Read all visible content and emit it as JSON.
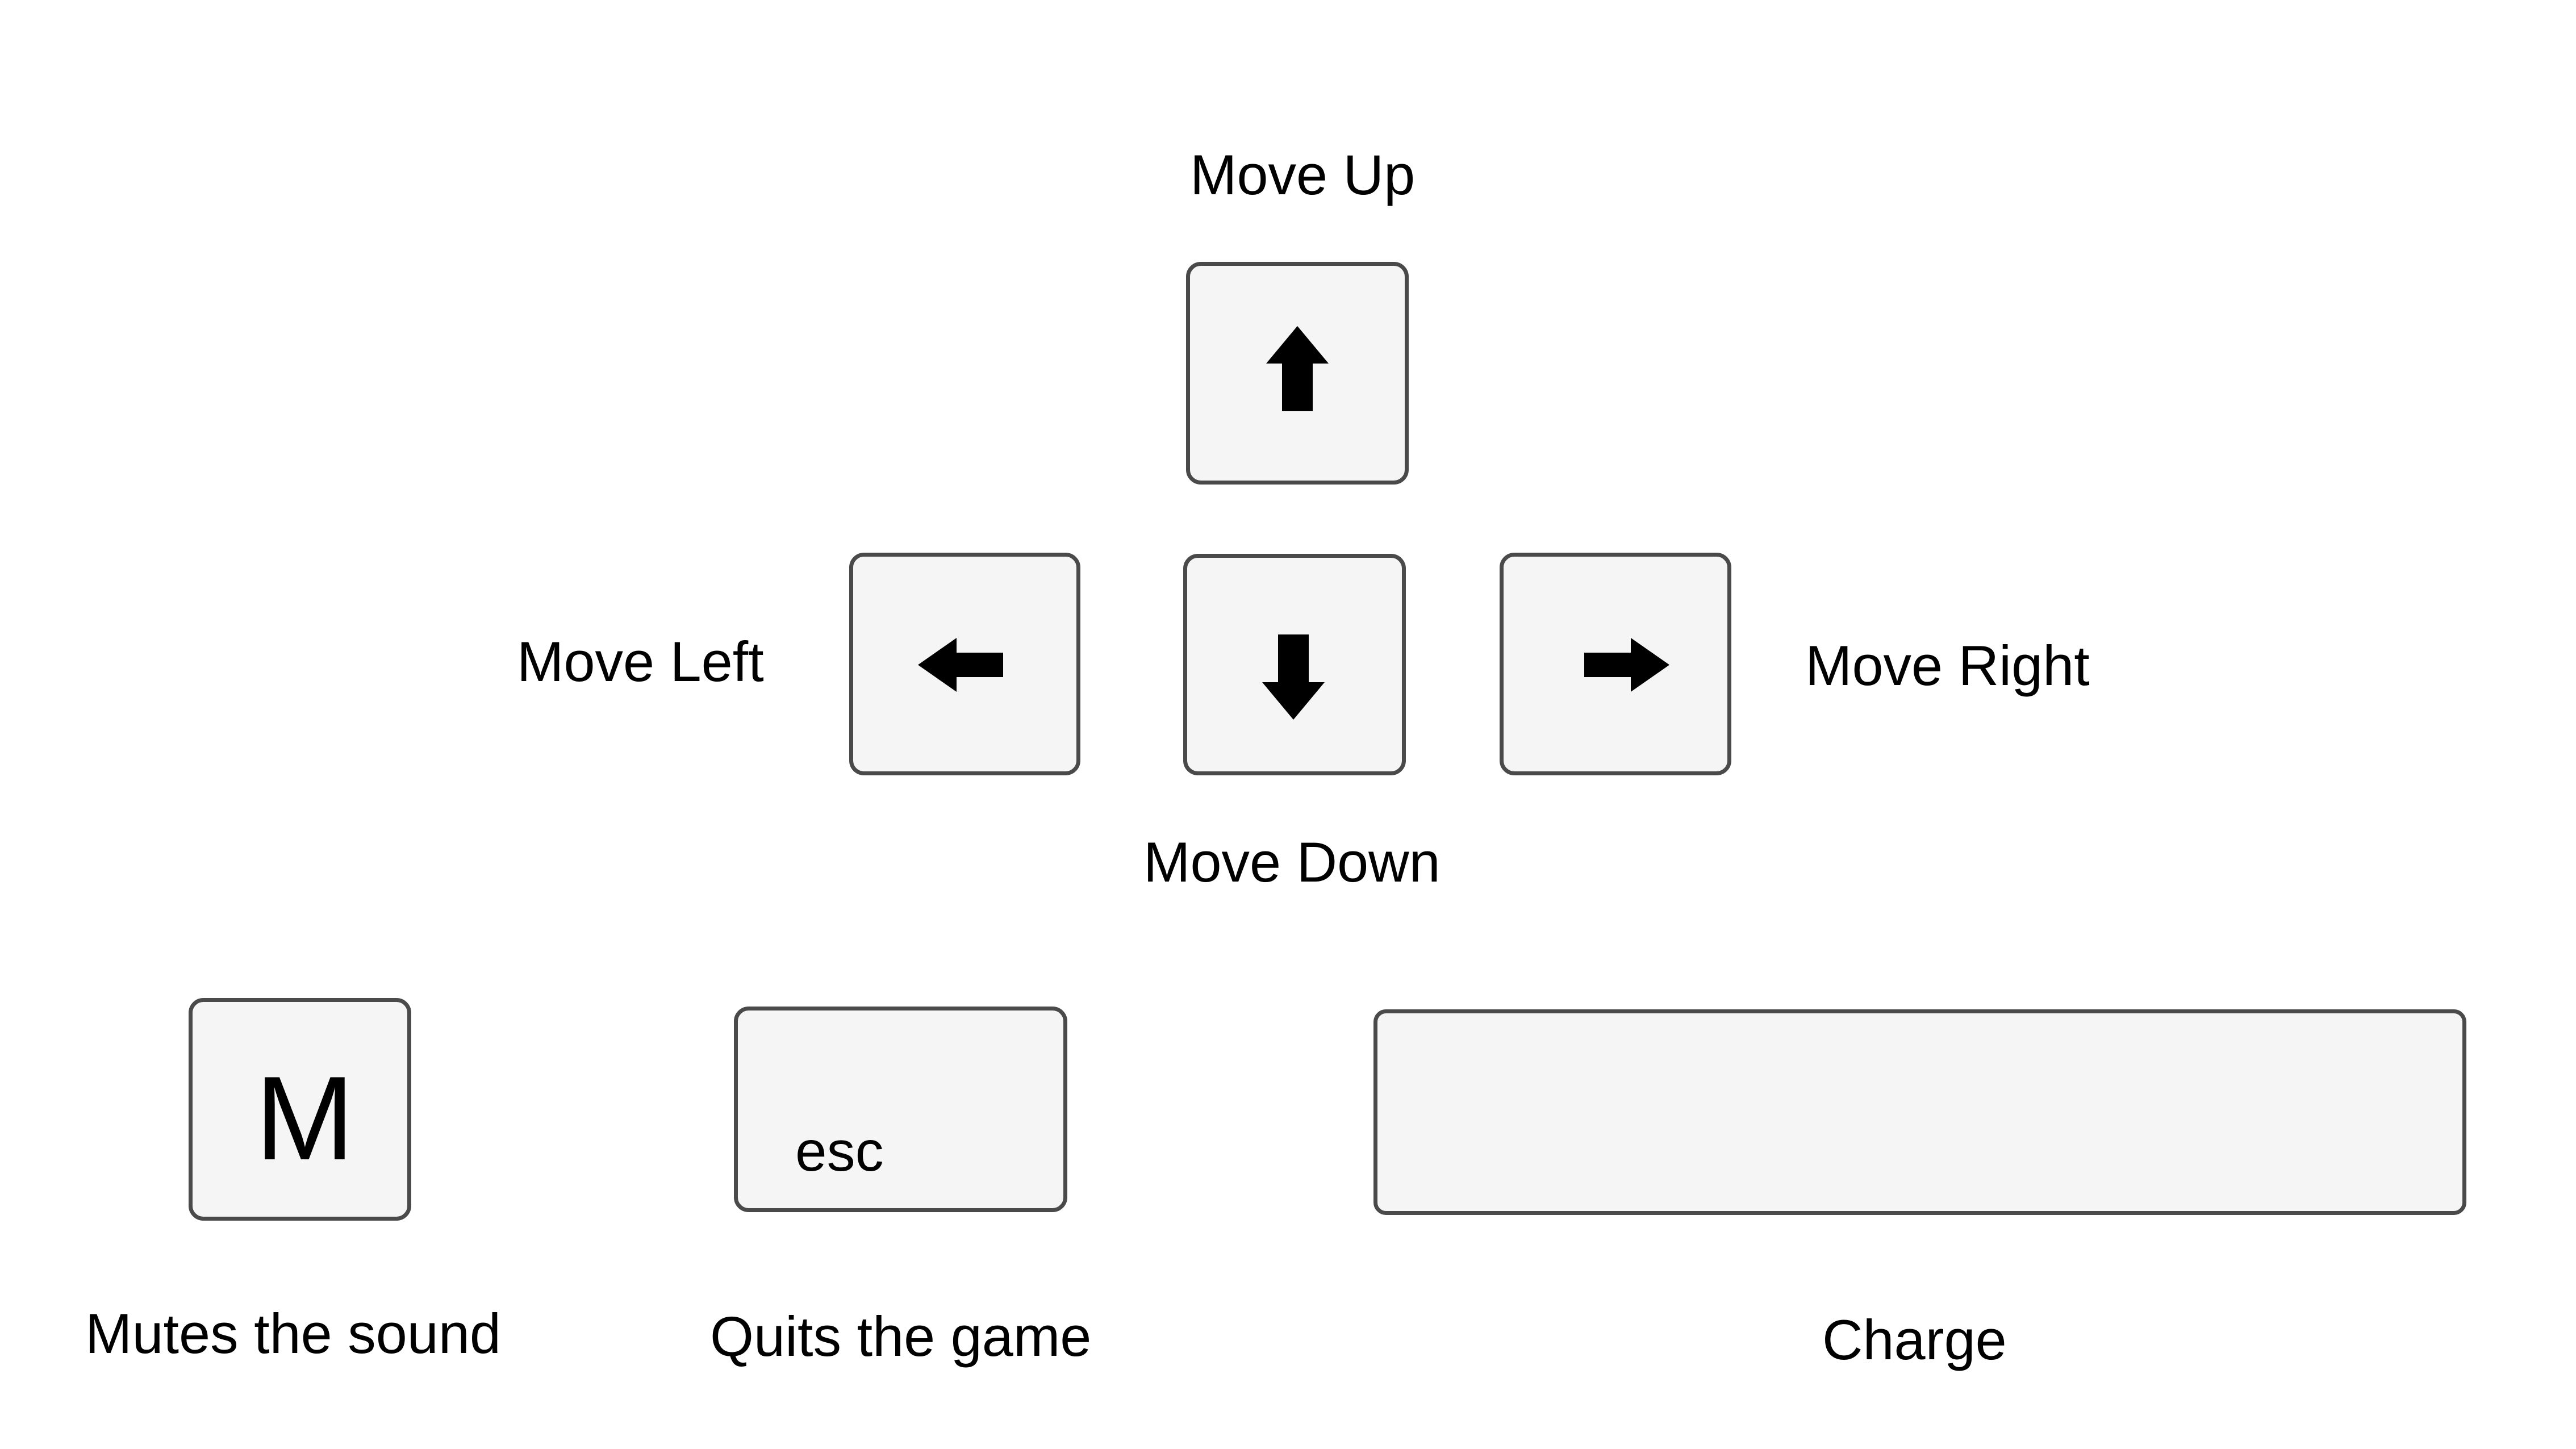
{
  "controls": {
    "move_up": {
      "key_icon": "arrow-up-icon",
      "description": "Move Up"
    },
    "move_left": {
      "key_icon": "arrow-left-icon",
      "description": "Move Left"
    },
    "move_down": {
      "key_icon": "arrow-down-icon",
      "description": "Move Down"
    },
    "move_right": {
      "key_icon": "arrow-right-icon",
      "description": "Move Right"
    },
    "mute": {
      "key_label": "M",
      "description": "Mutes the sound"
    },
    "quit": {
      "key_label": "esc",
      "description": "Quits the game"
    },
    "charge": {
      "key_label": "",
      "description": "Charge"
    }
  },
  "colors": {
    "key_fill": "#f5f5f5",
    "key_border": "#4a4a4a",
    "text": "#000000",
    "background": "#ffffff"
  }
}
